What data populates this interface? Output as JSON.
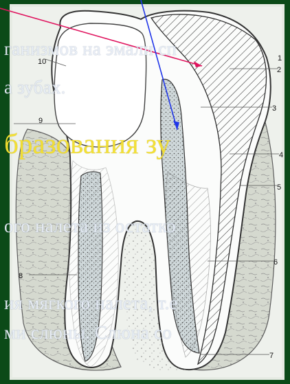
{
  "slide": {
    "background_color": "#0b4a18",
    "text_color": "#e8eef7",
    "heading_color": "#f3df2f",
    "lines": [
      "ганизмов на эмали сп",
      "а зубах.",
      "ого налета из остатко",
      "ия мягкого налета, т.е",
      "ми слюны. Слюна со"
    ],
    "heading": "бразования зу"
  },
  "diagram": {
    "labels": [
      "10",
      "1",
      "2",
      "3",
      "9",
      "4",
      "5",
      "6",
      "8",
      "7"
    ],
    "arrows": [
      {
        "name": "red-pointer-arrow",
        "color": "#e0155f"
      },
      {
        "name": "blue-pointer-arrow",
        "color": "#2036e8"
      }
    ]
  }
}
